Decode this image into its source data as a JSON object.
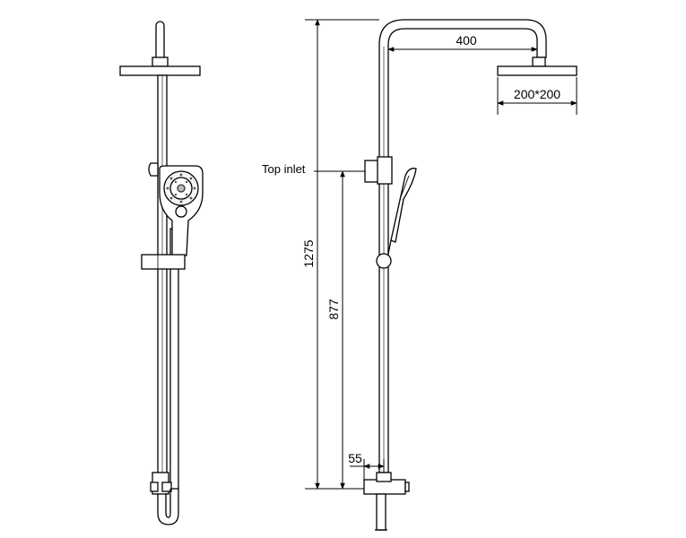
{
  "labels": {
    "top_inlet": "Top inlet"
  },
  "dimensions": {
    "arm_reach": "400",
    "head_size": "200*200",
    "total_height": "1275",
    "inlet_height": "877",
    "inlet_offset": "55"
  }
}
